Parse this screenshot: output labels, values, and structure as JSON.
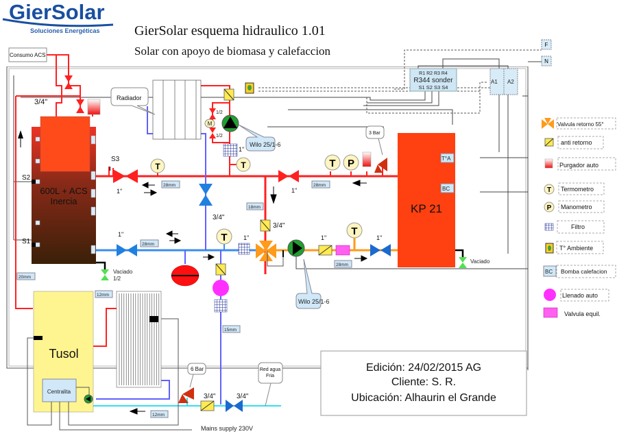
{
  "header": {
    "logo_main": "GierSolar",
    "logo_sub": "Soluciones Energéticas",
    "title": "GierSolar esquema hidraulico 1.01",
    "subtitle": "Solar con apoyo de biomasa y calefaccion"
  },
  "components": {
    "consumo_acs": "Consumo ACS",
    "tank_name": "600L + ACS",
    "tank_sub": "Inercia",
    "boiler": "KP 21",
    "boiler_ta": "T°A",
    "boiler_bc": "BC",
    "tusol": "Tusol",
    "centralita": "Centralita",
    "radiador": "Radiador",
    "controller_top": "R1 R2 R3 R4",
    "controller_name": "R344 sonder",
    "controller_bottom": "S1 S2 S3 S4",
    "relay_a1": "A1",
    "relay_a2": "A2",
    "terminal_f": "F",
    "terminal_n": "N",
    "pump_top": "Wilo 25/1-6",
    "pump_bottom": "Wilo 25/1-6",
    "safety_3bar": "3 Bar",
    "safety_6bar": "6 Bar",
    "red_agua": "Red agua",
    "red_agua2": "Fria",
    "mains": "Mains supply 230V",
    "vaciado1": "Vaciado",
    "vaciado1b": "1/2",
    "vaciado2": "Vaciado",
    "sensor_s1": "S1",
    "sensor_s2": "S2",
    "sensor_s3": "S3",
    "m_label": "M"
  },
  "labels": {
    "size_3_4": "3/4\"",
    "size_1": "1\"",
    "size_1_2": "1/2",
    "pipe_28": "28mm",
    "pipe_18": "18mm",
    "pipe_20": "20mm",
    "pipe_12": "12mm",
    "pipe_15": "15mm",
    "t": "T",
    "p": "P"
  },
  "legend": [
    {
      "icon": "mixing-valve-icon",
      "label": "Valvula retorno 55°"
    },
    {
      "icon": "check-valve-icon",
      "label": "anti retorno"
    },
    {
      "icon": "air-vent-icon",
      "label": "Purgador auto"
    },
    {
      "icon": "thermometer-icon",
      "label": "Termometro"
    },
    {
      "icon": "manometer-icon",
      "label": "Manometro"
    },
    {
      "icon": "filter-icon",
      "label": "Filtro"
    },
    {
      "icon": "room-thermostat-icon",
      "label": "T° Ambiente"
    },
    {
      "icon": "bc-icon",
      "label": "Bomba calefacion"
    },
    {
      "icon": "auto-fill-icon",
      "label": "Llenado auto"
    },
    {
      "icon": "balancing-valve-icon",
      "label": "Valvula equil."
    }
  ],
  "info": {
    "edicion": "Edición: 24/02/2015 AG",
    "cliente": "Cliente: S. R.",
    "ubicacion": "Ubicación: Alhaurin el Grande"
  },
  "colors": {
    "hot": "#ff2020",
    "cold": "#3a8cf0",
    "return": "#ff9a1a",
    "purple": "#6060ff",
    "cyan": "#30e0f0",
    "boiler": "#ff4010",
    "tusol": "#fff590",
    "logo": "#1a4fa0"
  }
}
